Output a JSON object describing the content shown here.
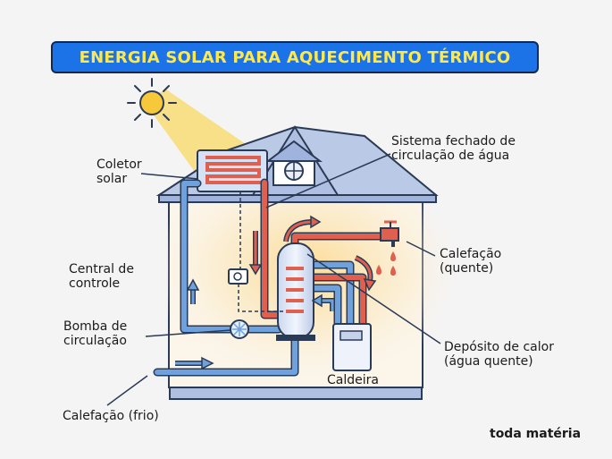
{
  "title": "ENERGIA SOLAR PARA AQUECIMENTO TÉRMICO",
  "labels": {
    "collector": "Coletor\nsolar",
    "closed_system": "Sistema fechado de\ncirculação de água",
    "control": "Central de\ncontrole",
    "pump": "Bomba de\ncirculação",
    "heating_hot": "Calefação\n(quente)",
    "tank": "Depósito de calor\n(água quente)",
    "boiler": "Caldeira",
    "heating_cold": "Calefação (frio)"
  },
  "brand": "toda matéria",
  "colors": {
    "banner": "#1c73e8",
    "banner_text": "#ffe94a",
    "hot_pipe": "#e0604f",
    "cold_pipe": "#6fa1dc",
    "outline": "#2b3a55",
    "sun": "#f7c83a",
    "roof": "#aebfe2"
  }
}
